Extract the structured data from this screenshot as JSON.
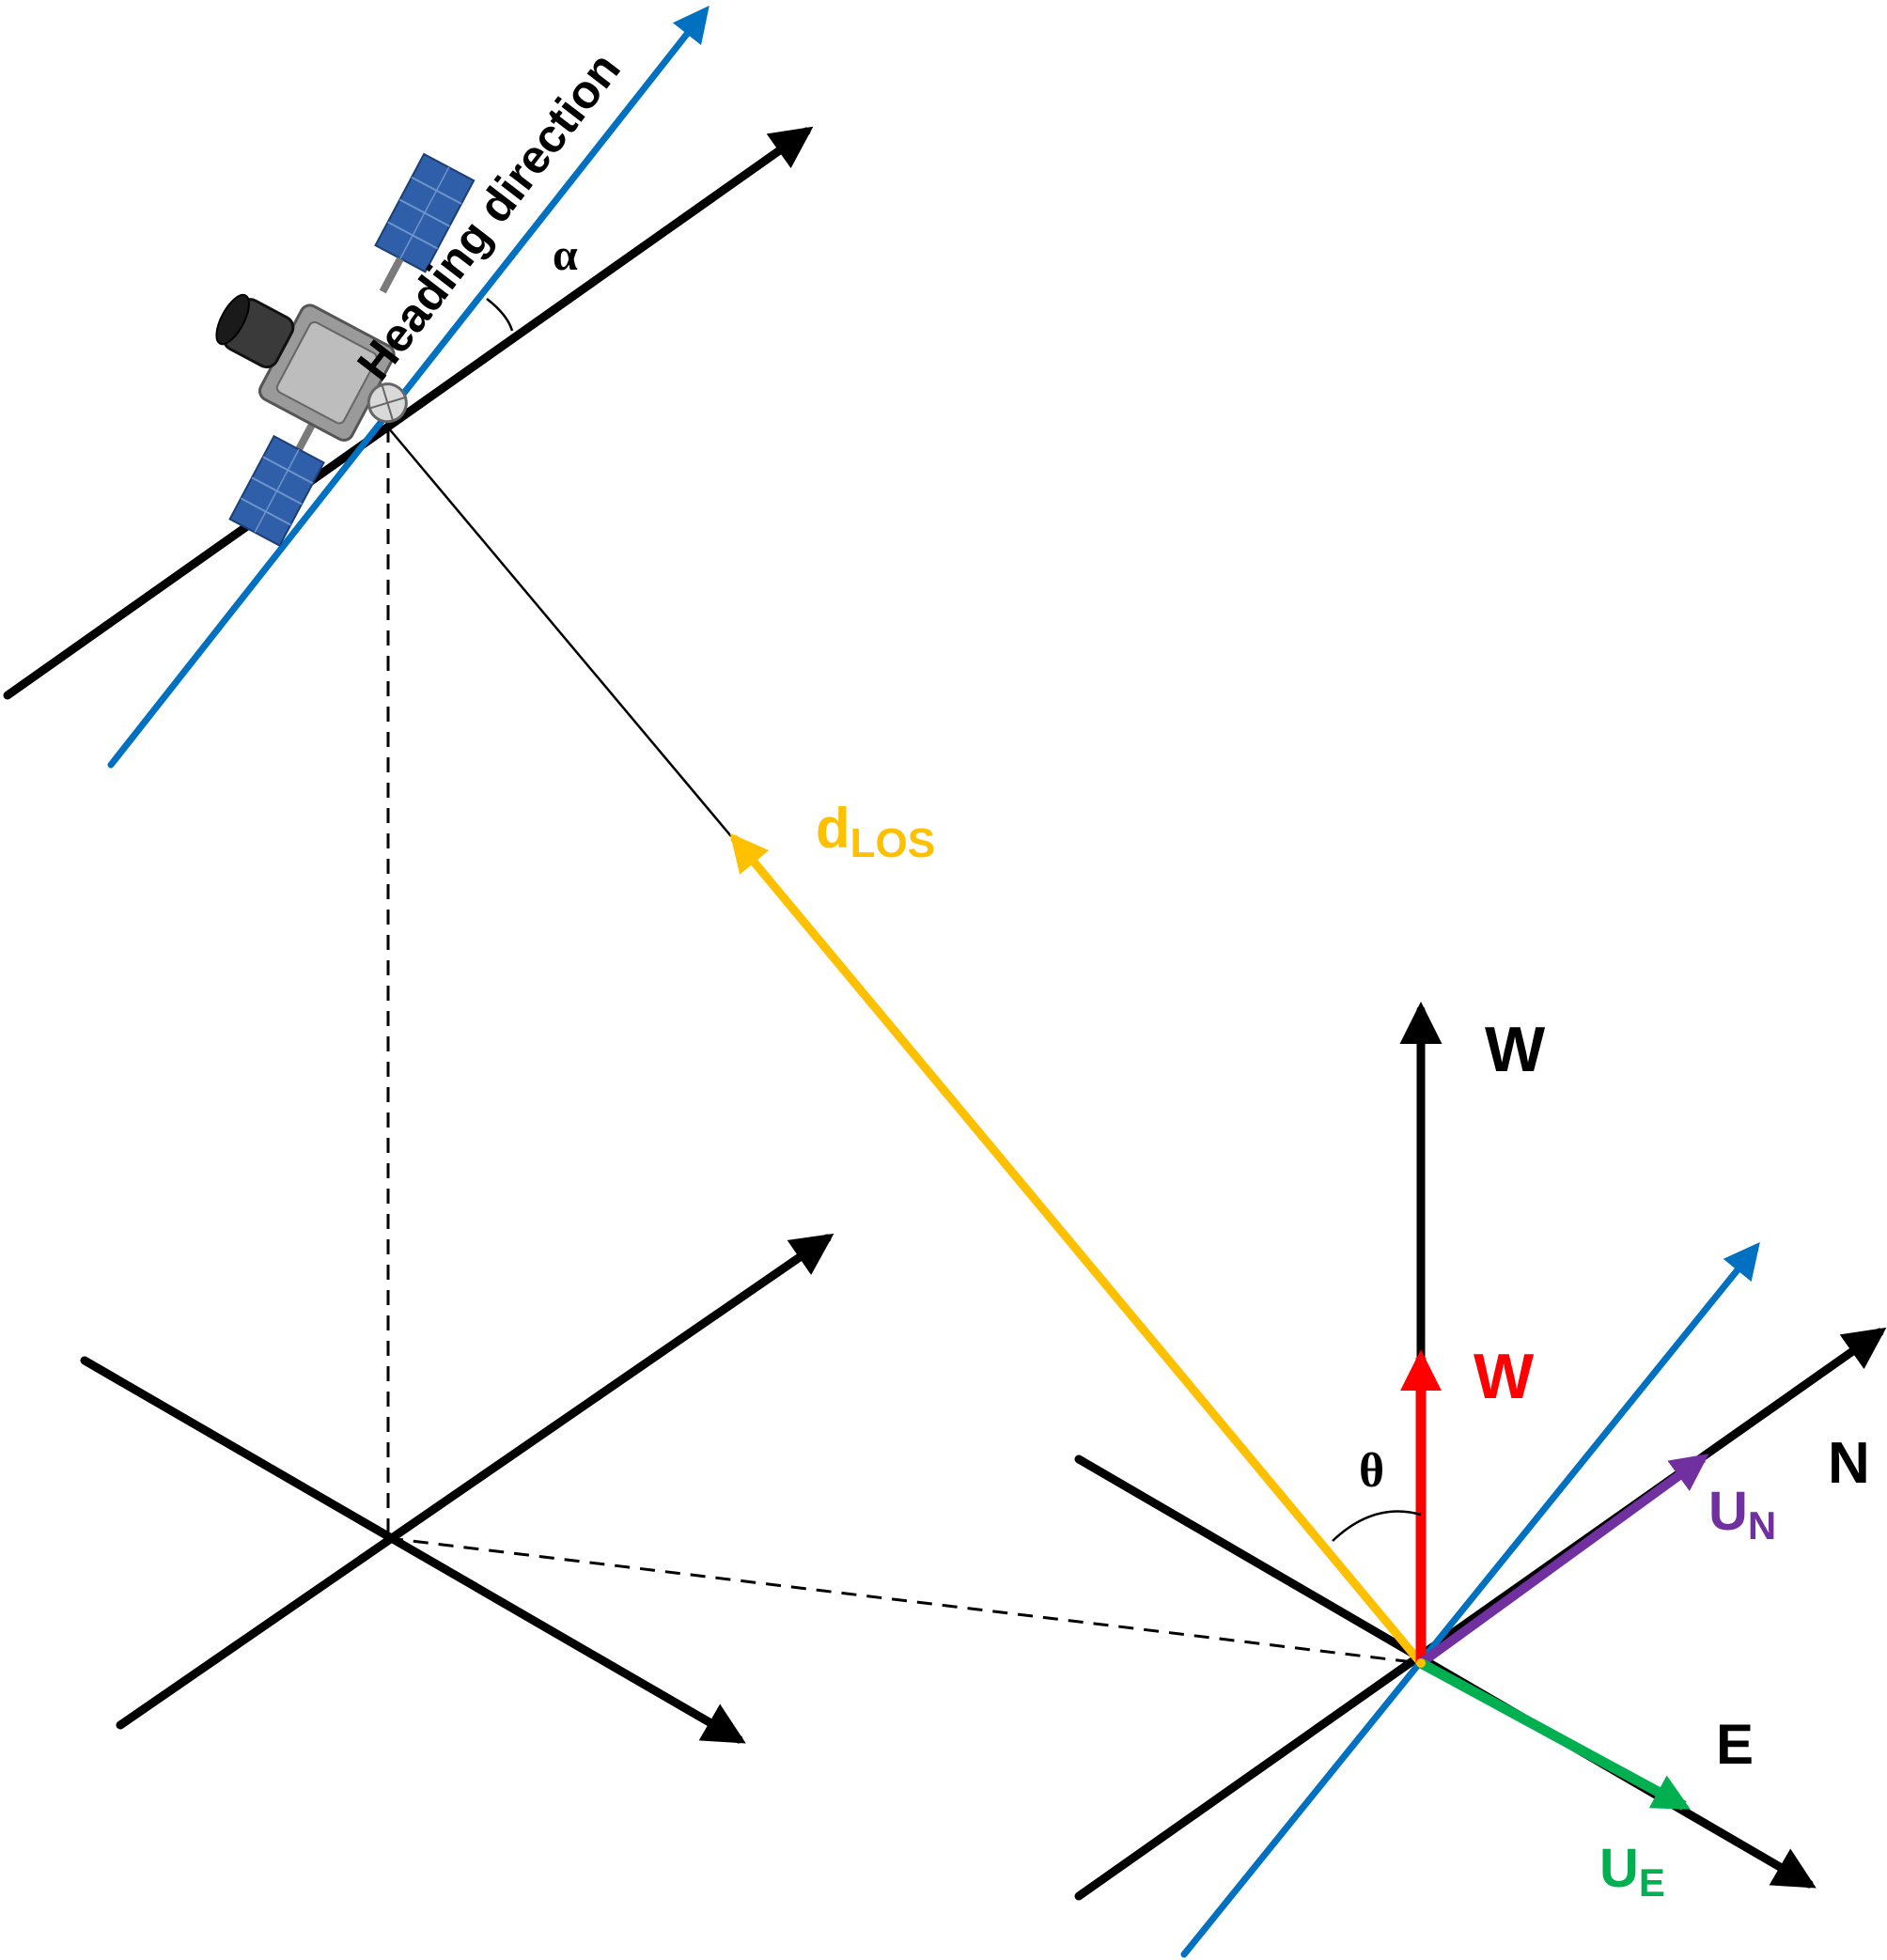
{
  "labels": {
    "heading_direction": "Heading direction",
    "alpha": "α",
    "theta": "θ",
    "d_los_main": "d",
    "d_los_sub": "LOS",
    "w_axis": "W",
    "w_component": "W",
    "n_axis": "N",
    "e_axis": "E",
    "u_n_main": "U",
    "u_n_sub": "N",
    "u_e_main": "U",
    "u_e_sub": "E"
  },
  "icons": {
    "satellite": "satellite-icon"
  },
  "colors": {
    "axis": "#000000",
    "heading": "#0070C0",
    "los": "#FFC000",
    "vertical_w": "#FF0000",
    "u_n": "#7030A0",
    "u_e": "#00B050"
  }
}
